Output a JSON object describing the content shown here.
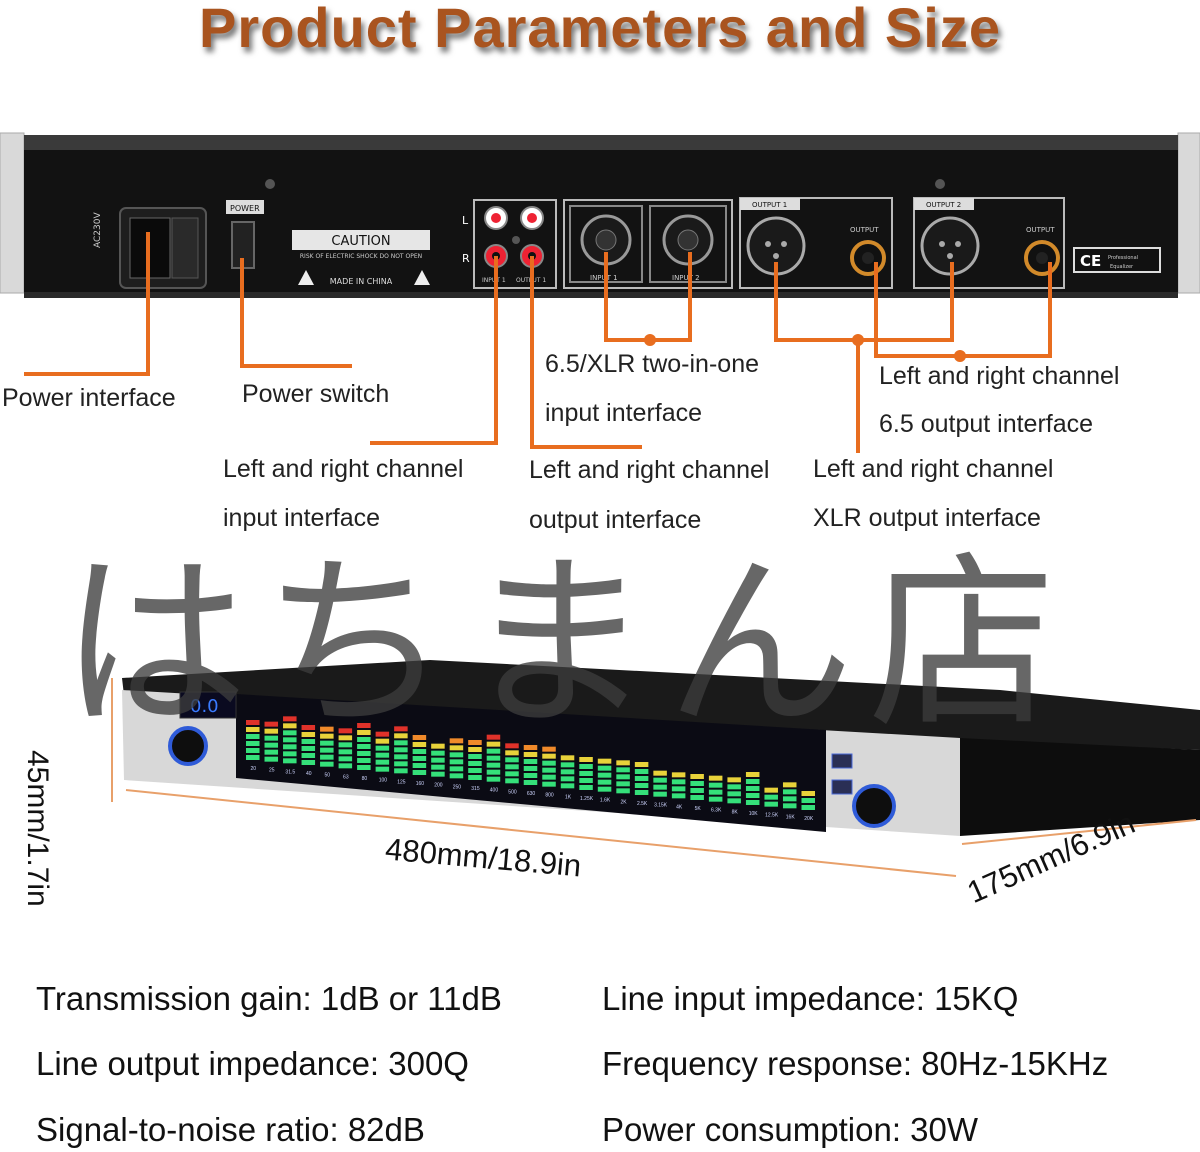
{
  "header": {
    "title": "Product Parameters and Size"
  },
  "rear_panel": {
    "caution_title": "CAUTION",
    "caution_sub": "RISK OF ELECTRIC SHOCK DO NOT OPEN",
    "made_in": "MADE IN CHINA",
    "power_tag": "POWER",
    "ac_tag": "AC230V",
    "l_tag": "L",
    "r_tag": "R",
    "input1": "INPUT 1",
    "input2": "INPUT 2",
    "output1": "OUTPUT 1",
    "output2": "OUTPUT 2",
    "output_jack": "OUTPUT",
    "rca_in": "INPUT 1",
    "rca_out": "OUTPUT 1",
    "ce_mark": "CE",
    "ce_text": "Professional Equalizer"
  },
  "callouts": {
    "power_interface": "Power interface",
    "power_switch": "Power switch",
    "xlr_combo_line1": "6.5/XLR two-in-one",
    "xlr_combo_line2": "input interface",
    "jack_out_line1": "Left and right channel",
    "jack_out_line2": "6.5 output interface",
    "rca_in_line1": "Left and right channel",
    "rca_in_line2": "input interface",
    "rca_out_line1": "Left and right channel",
    "rca_out_line2": "output interface",
    "xlr_out_line1": "Left and right channel",
    "xlr_out_line2": "XLR output interface"
  },
  "watermark": "はちまん店",
  "dimensions": {
    "height": "45mm/1.7in",
    "width": "480mm/18.9in",
    "depth": "175mm/6.9in"
  },
  "front_panel": {
    "display_value": "0.0",
    "bands": [
      "20",
      "25",
      "31.5",
      "40",
      "50",
      "63",
      "80",
      "100",
      "125",
      "160",
      "200",
      "250",
      "315",
      "400",
      "500",
      "630",
      "800",
      "1K",
      "1.25K",
      "1.6K",
      "2K",
      "2.5K",
      "3.15K",
      "4K",
      "5K",
      "6.3K",
      "8K",
      "10K",
      "12.5K",
      "16K",
      "20K"
    ],
    "band_levels": [
      0.62,
      0.68,
      0.72,
      0.66,
      0.6,
      0.63,
      0.7,
      0.64,
      0.75,
      0.58,
      0.55,
      0.57,
      0.6,
      0.65,
      0.62,
      0.58,
      0.55,
      0.52,
      0.5,
      0.48,
      0.45,
      0.42,
      0.38,
      0.4,
      0.36,
      0.4,
      0.34,
      0.45,
      0.3,
      0.32,
      0.15
    ],
    "colors": {
      "green": "#35e07a",
      "yellow": "#e8d23a",
      "orange": "#f08a2a",
      "red": "#e0322a",
      "knob": "#2f5bd8"
    }
  },
  "specs": [
    {
      "label": "Transmission gain: 1dB or 11dB"
    },
    {
      "label": "Line input impedance: 15KQ"
    },
    {
      "label": "Line output impedance: 300Q"
    },
    {
      "label": "Frequency response: 80Hz-15KHz"
    },
    {
      "label": "Signal-to-noise ratio: 82dB"
    },
    {
      "label": "Power consumption: 30W"
    }
  ],
  "accent_color": "#e86d1f"
}
